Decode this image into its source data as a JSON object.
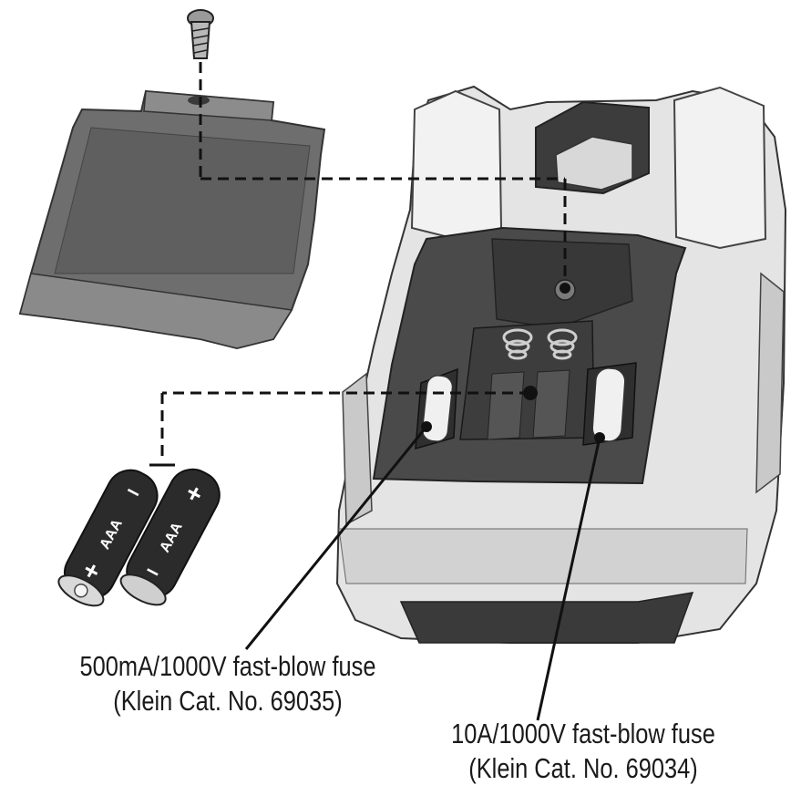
{
  "fuses": [
    {
      "name": "500mA/1000V fast-blow fuse",
      "catalog": "(Klein Cat. No. 69035)"
    },
    {
      "name": "10A/1000V fast-blow fuse",
      "catalog": "(Klein Cat. No. 69034)"
    }
  ],
  "batteries": [
    {
      "type": "AAA",
      "plus": "+",
      "minus": "–"
    },
    {
      "type": "AAA",
      "plus": "+",
      "minus": "–"
    }
  ],
  "colors": {
    "cover": "#6e6e6e",
    "body_light": "#e4e4e4",
    "compartment": "#4a4a4a",
    "battery": "#2b2b2b",
    "leader": "#111111"
  }
}
